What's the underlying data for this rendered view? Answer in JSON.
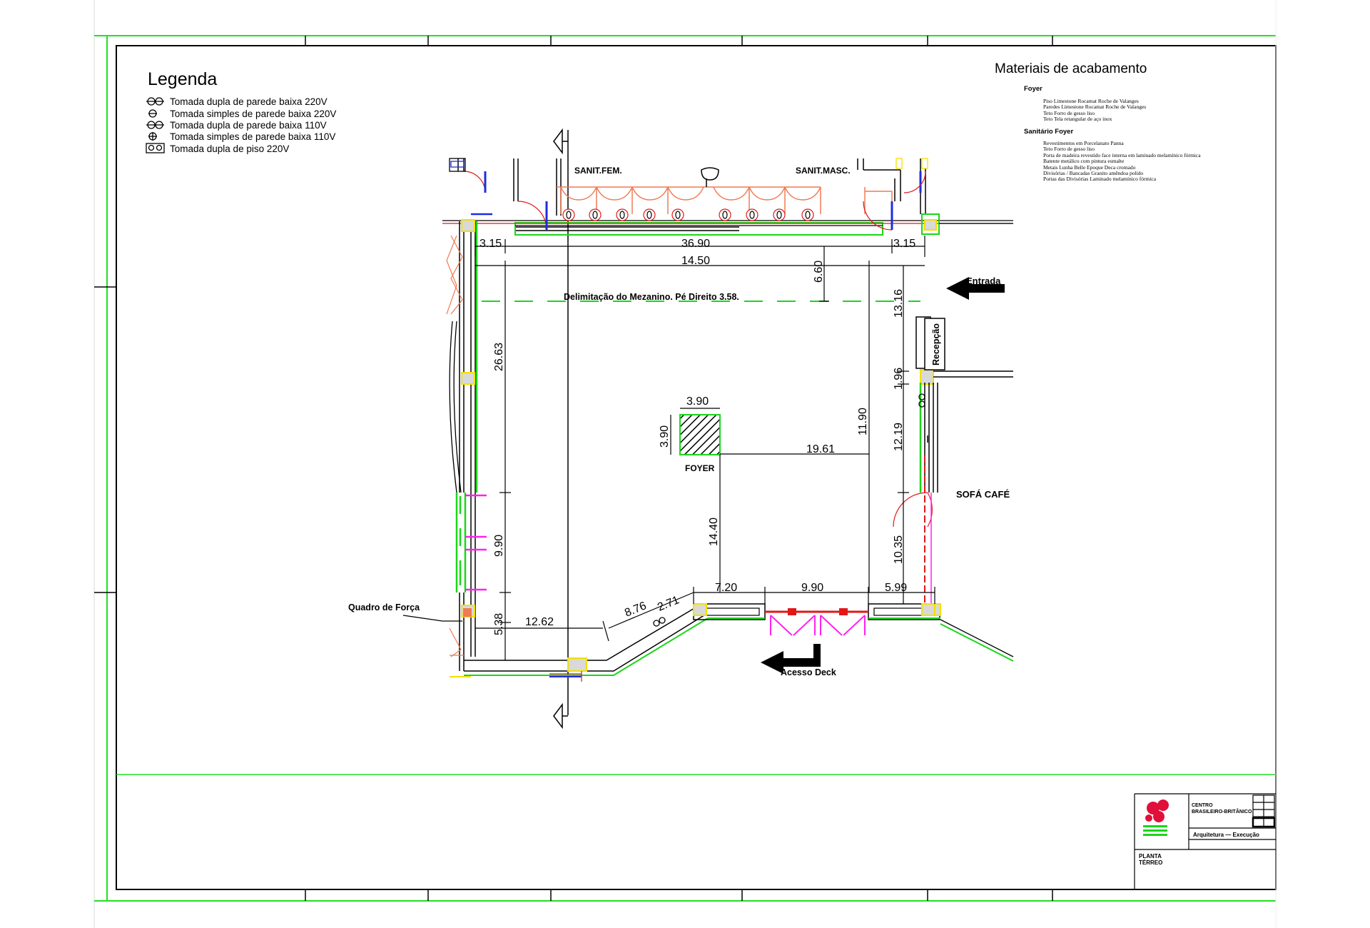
{
  "legend": {
    "title": "Legenda",
    "items": [
      {
        "label": "Tomada dupla de parede baixa 220V",
        "icon": "double-outlet-220v-icon"
      },
      {
        "label": "Tomada simples de parede baixa 220V",
        "icon": "single-outlet-220v-icon"
      },
      {
        "label": "Tomada dupla de parede baixa 110V",
        "icon": "double-outlet-110v-icon"
      },
      {
        "label": "Tomada simples de parede baixa 110V",
        "icon": "single-outlet-110v-icon"
      },
      {
        "label": "Tomada dupla de piso 220V",
        "icon": "floor-outlet-220v-icon"
      }
    ]
  },
  "materials": {
    "title": "Materiais de acabamento",
    "sections": [
      {
        "heading": "Foyer",
        "lines": [
          "Piso Limestone Rocamat Roche de Valanges",
          "Paredes Limestone Rocamat  Roche de Valanges",
          "Teto Forro de gesso liso",
          "Teto Tela retangular de aço inox"
        ]
      },
      {
        "heading": "Sanitário Foyer",
        "lines": [
          "Revestimentos em Porcelanato Panna",
          "Teto Forro de gesso liso",
          "Porta de madeira revestido face interna em laminado melamínico fórmica",
          "Batente metálico com pintura esmalte",
          "Metais Lunha Belle Epoque Deca cromado",
          "Divisórias / Bancadas Granito amêndoa polido",
          "Portas das Divisórias Laminado melamínico fórmica"
        ]
      }
    ]
  },
  "rooms": {
    "sanit_fem": "SANIT.FEM.",
    "sanit_masc": "SANIT.MASC.",
    "foyer": "FOYER",
    "sofa_cafe": "SOFÁ CAFÉ",
    "recepcao": "Recepção",
    "quadro": "Quadro de Força",
    "mezanino": "Delimitação do Mezanino. Pé Direito 3.58."
  },
  "arrows": {
    "entrada": "Entrada",
    "acesso_deck": "Acesso Deck"
  },
  "dimensions": {
    "d_3_15_left": "3.15",
    "d_36_90": "36.90",
    "d_3_15_right": "3.15",
    "d_14_50": "14.50",
    "d_6_60": "6.60",
    "d_13_16": "13.16",
    "d_26_63": "26.63",
    "d_1_96": "1.96",
    "d_3_90_h": "3.90",
    "d_3_90_v": "3.90",
    "d_11_90": "11.90",
    "d_12_19": "12.19",
    "d_19_61": "19.61",
    "d_14_40": "14.40",
    "d_9_90_v": "9.90",
    "d_10_35": "10.35",
    "d_7_20": "7.20",
    "d_9_90_h": "9.90",
    "d_5_99": "5.99",
    "d_5_38": "5.38",
    "d_12_62": "12.62",
    "d_8_76": "8.76",
    "d_2_71": "2.71"
  },
  "title_block": {
    "client_line1": "CENTRO",
    "client_line2": "BRASILEIRO-BRITÂNICO",
    "discipline": "Arquitetura — Execução",
    "drawing_line1": "PLANTA",
    "drawing_line2": "TÉRREO"
  },
  "colors": {
    "frame_green": "#22e022",
    "wall_green": "#1bd61b",
    "magenta": "#ff22ee",
    "blue": "#1e2ce0",
    "red": "#e01818",
    "salmon": "#f07a52",
    "yellow": "#f3e000",
    "brand_red": "#e0103a"
  }
}
